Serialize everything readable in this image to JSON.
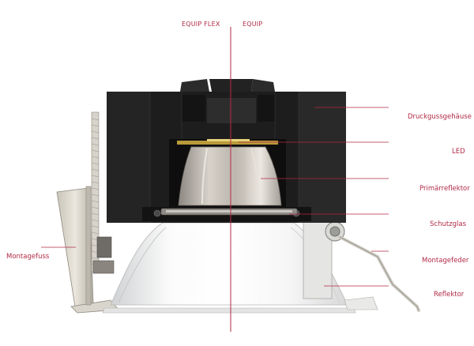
{
  "variants": {
    "left": "EQUIP FLEX",
    "right": "EQUIP"
  },
  "labels": {
    "housing": "Druckgussgehäuse",
    "led": "LED",
    "primary_reflector": "Primärreflektor",
    "protective_glass": "Schutzglas",
    "mounting_foot": "Montagefuss",
    "mounting_spring": "Montagefeder",
    "reflector": "Reflektor"
  },
  "colors": {
    "accent": "#b22a45",
    "housing": "#1e1d1d",
    "reflector": "#f4f4f4"
  }
}
